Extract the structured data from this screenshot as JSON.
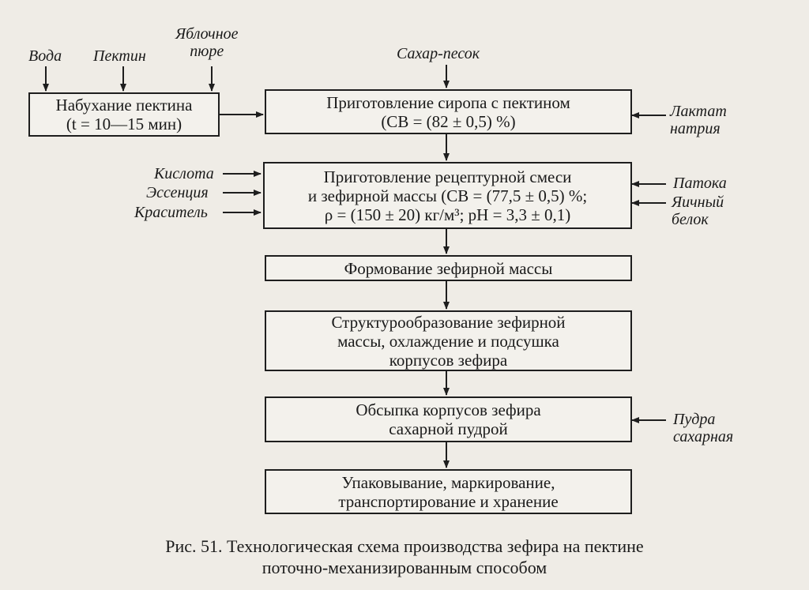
{
  "boxes": {
    "swelling": {
      "line1": "Набухание пектина",
      "line2": "(t = 10—15 мин)"
    },
    "syrup": {
      "line1": "Приготовление сиропа с пектином",
      "line2": "(СВ = (82 ± 0,5) %)"
    },
    "mixture": {
      "line1": "Приготовление рецептурной смеси",
      "line2": "и зефирной массы (СВ = (77,5 ± 0,5) %;",
      "line3": "ρ = (150 ± 20) кг/м³; pH = 3,3 ± 0,1)"
    },
    "forming": {
      "line1": "Формование зефирной массы"
    },
    "structuring": {
      "line1": "Структурообразование зефирной",
      "line2": "массы, охлаждение и подсушка",
      "line3": "корпусов зефира"
    },
    "coating": {
      "line1": "Обсыпка корпусов зефира",
      "line2": "сахарной пудрой"
    },
    "packing": {
      "line1": "Упаковывание, маркирование,",
      "line2": "транспортирование и хранение"
    }
  },
  "inputs": {
    "water": "Вода",
    "pectin": "Пектин",
    "apple_puree": {
      "line1": "Яблочное",
      "line2": "пюре"
    },
    "sugar": "Сахар-песок",
    "sodium_lactate": {
      "line1": "Лактат",
      "line2": "натрия"
    },
    "acid": "Кислота",
    "essence": "Эссенция",
    "dye": "Краситель",
    "molasses": "Патока",
    "egg_white": {
      "line1": "Яичный",
      "line2": "белок"
    },
    "powdered_sugar": {
      "line1": "Пудра",
      "line2": "сахарная"
    }
  },
  "caption": {
    "line1": "Рис. 51. Технологическая схема производства зефира на пектине",
    "line2": "поточно-механизированным способом"
  }
}
